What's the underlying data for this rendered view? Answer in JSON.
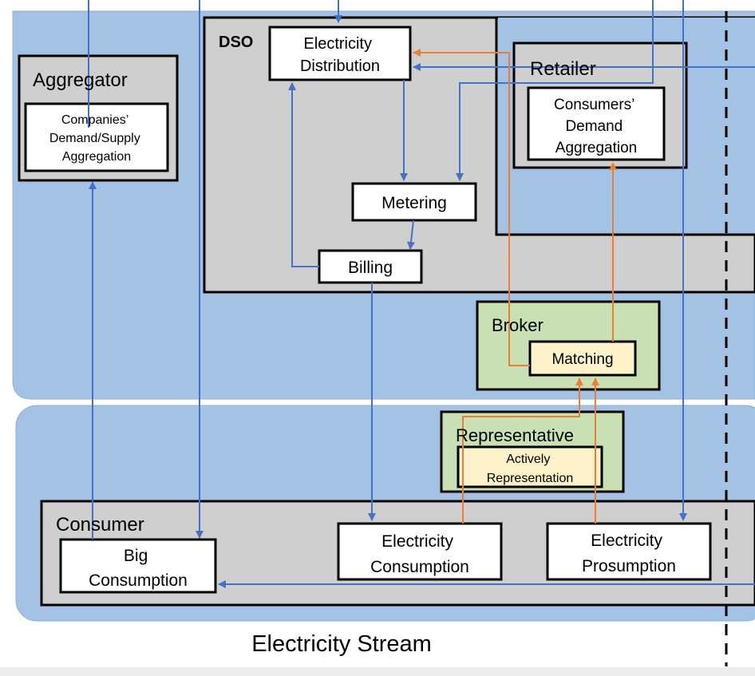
{
  "regions": {
    "aggregator": "Aggregator",
    "dso": "DSO",
    "retailer": "Retailer",
    "broker": "Broker",
    "representative": "Representative",
    "consumer": "Consumer"
  },
  "nodes": {
    "companies": [
      "Companies’",
      "Demand/Supply",
      "Aggregation"
    ],
    "electricity_distribution": [
      "Electricity",
      "Distribution"
    ],
    "consumers_demand": [
      "Consumers’",
      "Demand",
      "Aggregation"
    ],
    "metering": "Metering",
    "billing": "Billing",
    "matching": "Matching",
    "actively_representation": [
      "Actively",
      "Representation"
    ],
    "big_consumption": [
      "Big",
      "Consumption"
    ],
    "electricity_consumption": [
      "Electricity",
      "Consumption"
    ],
    "electricity_prosumption": [
      "Electricity",
      "Prosumption"
    ]
  },
  "caption": "Electricity Stream",
  "colors": {
    "panel_blue": "#a4c2e4",
    "region_gray": "#d0cfd0",
    "broker_green": "#c9e0b4",
    "matching_yellow": "#fdf2c9",
    "arrow_blue": "#4472c4",
    "arrow_orange": "#ed7d31"
  }
}
